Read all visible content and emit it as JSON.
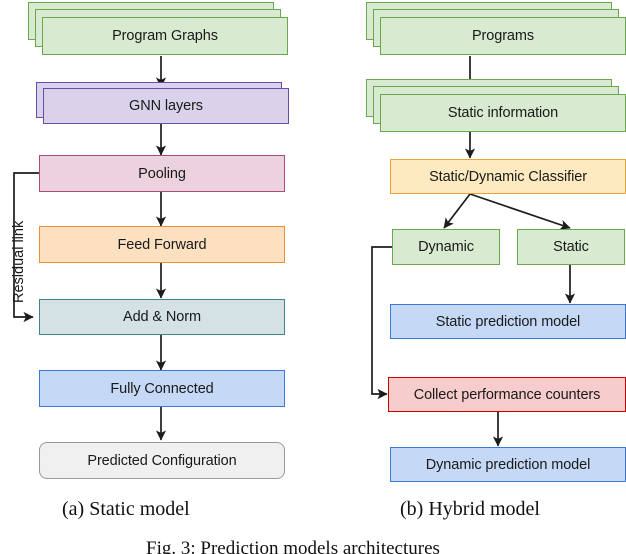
{
  "figure": {
    "caption": "Fig. 3:  Prediction models architectures",
    "subcaptions": {
      "a": "(a) Static model",
      "b": "(b) Hybrid model"
    }
  },
  "colors": {
    "green_fill": "#d8ead0",
    "green_border": "#6aa84f",
    "purple_fill": "#d9d2ea",
    "purple_border": "#674ea7",
    "pink_fill": "#ecd2de",
    "pink_border": "#a64d79",
    "orange_fill": "#fce0c0",
    "orange_border": "#e69138",
    "teal_fill": "#d4e2e5",
    "teal_border": "#45818e",
    "blue_fill": "#c5d9f7",
    "blue_border": "#3c78d8",
    "yellow_fill": "#fdeac0",
    "yellow_border": "#e8a33d",
    "red_fill": "#f6cccc",
    "red_border": "#cc0000",
    "grey_fill": "#f0f0f0",
    "grey_border": "#9a9a9a",
    "arrow": "#1c1c1c"
  },
  "static_model": {
    "label": "Static model",
    "residual_label": "Residual link",
    "nodes": [
      {
        "id": "program-graphs",
        "label": "Program Graphs",
        "shape": "stack",
        "stack_count": 3,
        "color": "green"
      },
      {
        "id": "gnn-layers",
        "label": "GNN layers",
        "shape": "stack",
        "stack_count": 2,
        "color": "purple"
      },
      {
        "id": "pooling",
        "label": "Pooling",
        "shape": "rect",
        "stack_count": 1,
        "color": "pink"
      },
      {
        "id": "feed-forward",
        "label": "Feed Forward",
        "shape": "rect",
        "stack_count": 1,
        "color": "orange"
      },
      {
        "id": "add-and-norm",
        "label": "Add & Norm",
        "shape": "rect",
        "stack_count": 1,
        "color": "teal"
      },
      {
        "id": "fully-connected",
        "label": "Fully Connected",
        "shape": "rect",
        "stack_count": 1,
        "color": "blue"
      },
      {
        "id": "predicted-configuration",
        "label": "Predicted Configuration",
        "shape": "rounded",
        "stack_count": 1,
        "color": "grey"
      }
    ],
    "edges": [
      {
        "from": "program-graphs",
        "to": "gnn-layers",
        "type": "straight"
      },
      {
        "from": "gnn-layers",
        "to": "pooling",
        "type": "straight"
      },
      {
        "from": "pooling",
        "to": "feed-forward",
        "type": "straight"
      },
      {
        "from": "feed-forward",
        "to": "add-and-norm",
        "type": "straight"
      },
      {
        "from": "add-and-norm",
        "to": "fully-connected",
        "type": "straight"
      },
      {
        "from": "fully-connected",
        "to": "predicted-configuration",
        "type": "straight"
      },
      {
        "from": "pooling",
        "to": "add-and-norm",
        "type": "residual",
        "label": "Residual link"
      }
    ]
  },
  "hybrid_model": {
    "label": "Hybrid model",
    "nodes": [
      {
        "id": "programs",
        "label": "Programs",
        "shape": "stack",
        "stack_count": 3,
        "color": "green"
      },
      {
        "id": "static-information",
        "label": "Static information",
        "shape": "stack",
        "stack_count": 3,
        "color": "green"
      },
      {
        "id": "static-dynamic-classifier",
        "label": "Static/Dynamic Classifier",
        "shape": "rect",
        "stack_count": 1,
        "color": "yellow"
      },
      {
        "id": "dynamic",
        "label": "Dynamic",
        "shape": "rect",
        "stack_count": 1,
        "color": "green"
      },
      {
        "id": "static",
        "label": "Static",
        "shape": "rect",
        "stack_count": 1,
        "color": "green"
      },
      {
        "id": "static-prediction-model",
        "label": "Static prediction model",
        "shape": "rect",
        "stack_count": 1,
        "color": "blue"
      },
      {
        "id": "collect-performance-counters",
        "label": "Collect performance counters",
        "shape": "rect",
        "stack_count": 1,
        "color": "red"
      },
      {
        "id": "dynamic-prediction-model",
        "label": "Dynamic prediction model",
        "shape": "rect",
        "stack_count": 1,
        "color": "blue"
      }
    ],
    "edges": [
      {
        "from": "programs",
        "to": "static-information",
        "type": "straight"
      },
      {
        "from": "static-information",
        "to": "static-dynamic-classifier",
        "type": "straight"
      },
      {
        "from": "static-dynamic-classifier",
        "to": "dynamic",
        "type": "diagonal"
      },
      {
        "from": "static-dynamic-classifier",
        "to": "static",
        "type": "diagonal"
      },
      {
        "from": "static",
        "to": "static-prediction-model",
        "type": "straight"
      },
      {
        "from": "dynamic",
        "to": "collect-performance-counters",
        "type": "elbow-left"
      },
      {
        "from": "collect-performance-counters",
        "to": "dynamic-prediction-model",
        "type": "straight"
      }
    ]
  }
}
